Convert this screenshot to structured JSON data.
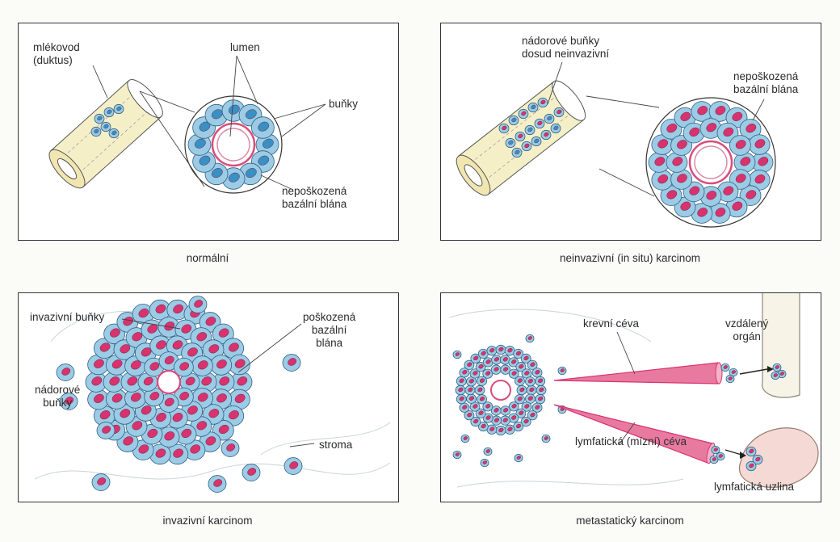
{
  "panels": {
    "normal": {
      "caption": "normální",
      "duct_label": "mlékovod\n(duktus)",
      "lumen_label": "lumen",
      "cells_label": "buňky",
      "membrane_label": "nepoškozená\nbazální blána"
    },
    "in_situ": {
      "caption": "neinvazivní (in situ) karcinom",
      "tumor_cells_label": "nádorové buňky\ndosud neinvazivní",
      "membrane_label": "nepoškozená\nbazální blána"
    },
    "invasive": {
      "caption": "invazivní karcinom",
      "invasive_cells_label": "invazivní buňky",
      "damaged_membrane_label": "poškozená\nbazální\nblána",
      "tumor_cells_label": "nádorové\nbuňky",
      "stroma_label": "stroma"
    },
    "metastatic": {
      "caption": "metastatický karcinom",
      "blood_vessel_label": "krevní céva",
      "distant_organ_label": "vzdálený\norgán",
      "lymph_vessel_label": "lymfatická (mízní) céva",
      "lymph_node_label": "lymfatická uzlina"
    }
  },
  "colors": {
    "cell_fill": "#9ccbe6",
    "cell_stroke": "#2f5f80",
    "nucleus_normal": "#3a8fc4",
    "nucleus_tumor": "#d8336f",
    "membrane": "#d94c7c",
    "duct_fill": "#f5efc8",
    "vessel": "#d8336f"
  }
}
